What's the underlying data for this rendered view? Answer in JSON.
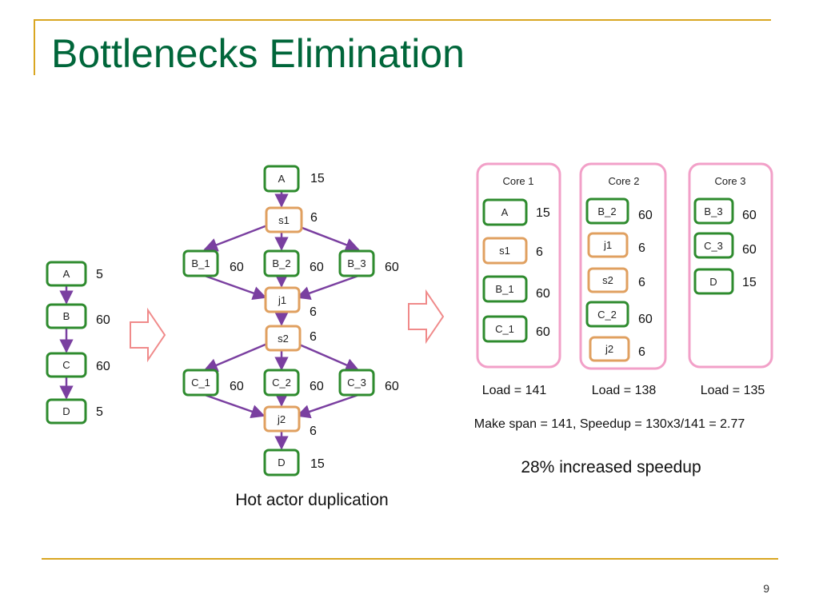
{
  "slide": {
    "title": "Bottlenecks Elimination",
    "page_number": "9"
  },
  "colors": {
    "title": "#00663a",
    "accent_line": "#d9a621",
    "actor_border": "#2e8b2e",
    "split_join_border": "#e0a060",
    "edge": "#7a3fa0",
    "core_border": "#f2a0c8",
    "arrow_outline": "#f08a8a"
  },
  "original": {
    "nodes": [
      {
        "id": "A",
        "label": "A",
        "value": "5"
      },
      {
        "id": "B",
        "label": "B",
        "value": "60"
      },
      {
        "id": "C",
        "label": "C",
        "value": "60"
      },
      {
        "id": "D",
        "label": "D",
        "value": "5"
      }
    ]
  },
  "duplicated": {
    "caption": "Hot actor duplication",
    "nodes": [
      {
        "id": "A",
        "label": "A",
        "value": "15",
        "kind": "actor"
      },
      {
        "id": "s1",
        "label": "s1",
        "value": "6",
        "kind": "split"
      },
      {
        "id": "B_1",
        "label": "B_1",
        "value": "60",
        "kind": "actor"
      },
      {
        "id": "B_2",
        "label": "B_2",
        "value": "60",
        "kind": "actor"
      },
      {
        "id": "B_3",
        "label": "B_3",
        "value": "60",
        "kind": "actor"
      },
      {
        "id": "j1",
        "label": "j1",
        "value": "6",
        "kind": "split"
      },
      {
        "id": "s2",
        "label": "s2",
        "value": "6",
        "kind": "split"
      },
      {
        "id": "C_1",
        "label": "C_1",
        "value": "60",
        "kind": "actor"
      },
      {
        "id": "C_2",
        "label": "C_2",
        "value": "60",
        "kind": "actor"
      },
      {
        "id": "C_3",
        "label": "C_3",
        "value": "60",
        "kind": "actor"
      },
      {
        "id": "j2",
        "label": "j2",
        "value": "6",
        "kind": "split"
      },
      {
        "id": "D",
        "label": "D",
        "value": "15",
        "kind": "actor"
      }
    ]
  },
  "cores": [
    {
      "name": "Core 1",
      "load": "Load = 141",
      "items": [
        {
          "label": "A",
          "value": "15",
          "kind": "actor"
        },
        {
          "label": "s1",
          "value": "6",
          "kind": "split"
        },
        {
          "label": "B_1",
          "value": "60",
          "kind": "actor"
        },
        {
          "label": "C_1",
          "value": "60",
          "kind": "actor"
        }
      ]
    },
    {
      "name": "Core 2",
      "load": "Load = 138",
      "items": [
        {
          "label": "B_2",
          "value": "60",
          "kind": "actor"
        },
        {
          "label": "j1",
          "value": "6",
          "kind": "split"
        },
        {
          "label": "s2",
          "value": "6",
          "kind": "split"
        },
        {
          "label": "C_2",
          "value": "60",
          "kind": "actor"
        },
        {
          "label": "j2",
          "value": "6",
          "kind": "split"
        }
      ]
    },
    {
      "name": "Core 3",
      "load": "Load = 135",
      "items": [
        {
          "label": "B_3",
          "value": "60",
          "kind": "actor"
        },
        {
          "label": "C_3",
          "value": "60",
          "kind": "actor"
        },
        {
          "label": "D",
          "value": "15",
          "kind": "actor"
        }
      ]
    }
  ],
  "summary": {
    "makespan": "Make span = 141, Speedup = 130x3/141 = 2.77",
    "speedup": "28% increased speedup"
  }
}
